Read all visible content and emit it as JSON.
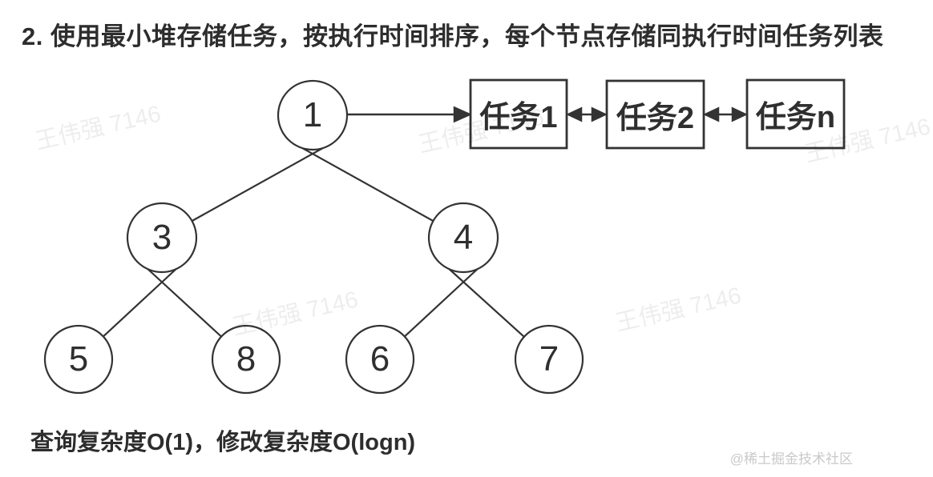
{
  "page": {
    "title": "2. 使用最小堆存储任务，按执行时间排序，每个节点存储同执行时间任务列表",
    "complexity_note": "查询复杂度O(1)，修改复杂度O(logn)",
    "author_watermark": "王伟强 7146",
    "community_watermark": "@稀土掘金技术社区"
  },
  "heap": {
    "nodes": [
      {
        "value": "1"
      },
      {
        "value": "3"
      },
      {
        "value": "4"
      },
      {
        "value": "5"
      },
      {
        "value": "8"
      },
      {
        "value": "6"
      },
      {
        "value": "7"
      }
    ],
    "edges": [
      [
        "1",
        "3"
      ],
      [
        "1",
        "4"
      ],
      [
        "3",
        "5"
      ],
      [
        "3",
        "8"
      ],
      [
        "4",
        "6"
      ],
      [
        "4",
        "7"
      ]
    ]
  },
  "task_list": {
    "items": [
      {
        "label": "任务1"
      },
      {
        "label": "任务2"
      },
      {
        "label": "任务n"
      }
    ]
  },
  "colors": {
    "stroke": "#333333",
    "text": "#2d2d2d",
    "author_watermark": "#ececec",
    "community_watermark": "#c9c9c9",
    "background": "#ffffff"
  }
}
